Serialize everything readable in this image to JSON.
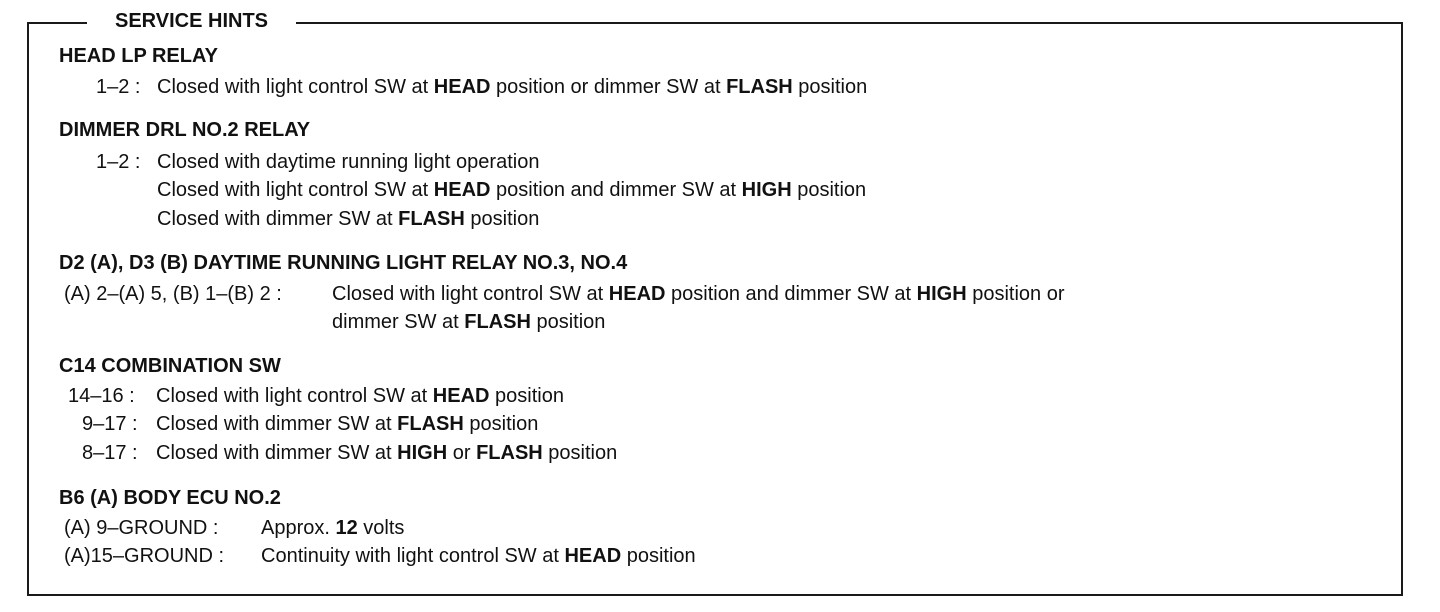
{
  "legend": "SERVICE HINTS",
  "head_lp": {
    "title": "HEAD LP RELAY",
    "row1": {
      "label": "1–2 :",
      "t1": "Closed with light control SW at ",
      "b1": "HEAD",
      "t2": " position or dimmer SW at ",
      "b2": "FLASH",
      "t3": " position"
    }
  },
  "dimmer_drl": {
    "title": "DIMMER DRL NO.2 RELAY",
    "row1": {
      "label": "1–2 :",
      "text": "Closed with daytime running light operation"
    },
    "row2": {
      "t1": "Closed with light control SW at ",
      "b1": "HEAD",
      "t2": " position and dimmer SW at ",
      "b2": "HIGH",
      "t3": " position"
    },
    "row3": {
      "t1": "Closed with dimmer SW at ",
      "b1": "FLASH",
      "t2": " position"
    }
  },
  "drl_relay": {
    "title": "D2 (A), D3 (B)  DAYTIME RUNNING LIGHT RELAY NO.3, NO.4",
    "row1": {
      "label": "(A) 2–(A) 5, (B) 1–(B) 2 :",
      "t1": "Closed with light control SW at ",
      "b1": "HEAD",
      "t2": " position and dimmer SW at ",
      "b2": "HIGH",
      "t3": " position or"
    },
    "row2": {
      "t1": "dimmer SW at ",
      "b1": "FLASH",
      "t2": " position"
    }
  },
  "combo_sw": {
    "title": "C14  COMBINATION SW",
    "row1": {
      "label": "14–16 :",
      "t1": "Closed with light control SW at ",
      "b1": "HEAD",
      "t2": " position"
    },
    "row2": {
      "label": "9–17 :",
      "t1": "Closed with dimmer SW at ",
      "b1": "FLASH",
      "t2": " position"
    },
    "row3": {
      "label": "8–17 :",
      "t1": "Closed with dimmer SW at ",
      "b1": "HIGH",
      "t2": " or ",
      "b2": "FLASH",
      "t3": " position"
    }
  },
  "body_ecu": {
    "title": "B6 (A)  BODY ECU NO.2",
    "row1": {
      "label": "(A)  9–GROUND :",
      "t1": "Approx. ",
      "b1": "12",
      "t2": " volts"
    },
    "row2": {
      "label": "(A)15–GROUND :",
      "t1": "Continuity with light control SW at ",
      "b1": "HEAD",
      "t2": " position"
    }
  }
}
